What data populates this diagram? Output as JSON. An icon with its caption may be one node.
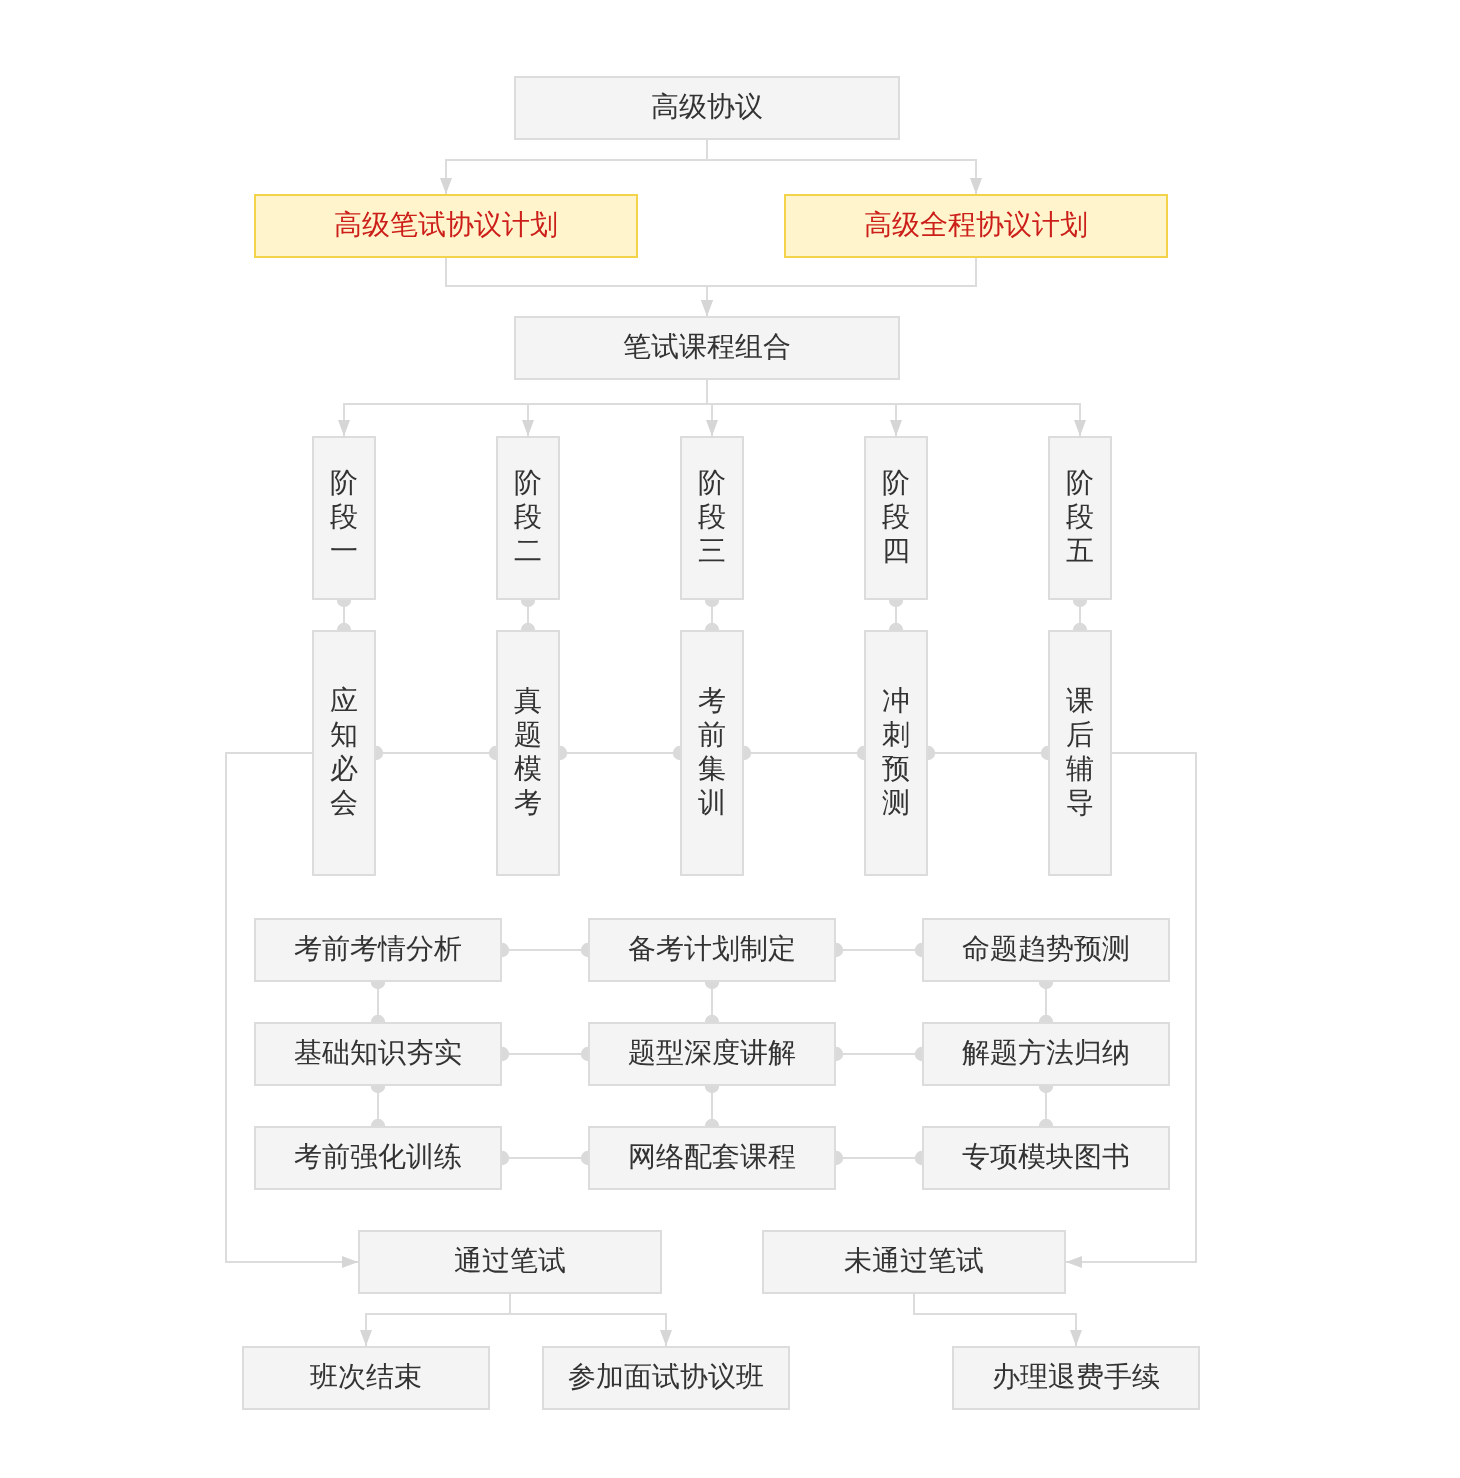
{
  "diagram": {
    "nodes": [
      {
        "text": [
          "高级协议"
        ]
      },
      {
        "text": [
          "高级笔试协议计划"
        ]
      },
      {
        "text": [
          "高级全程协议计划"
        ]
      },
      {
        "text": [
          "笔试课程组合"
        ]
      },
      {
        "text": [
          "阶段一"
        ]
      },
      {
        "text": [
          "阶段二"
        ]
      },
      {
        "text": [
          "阶段三"
        ]
      },
      {
        "text": [
          "阶段四"
        ]
      },
      {
        "text": [
          "阶段五"
        ]
      },
      {
        "text": [
          "应知必会"
        ]
      },
      {
        "text": [
          "真题模考"
        ]
      },
      {
        "text": [
          "考前集训"
        ]
      },
      {
        "text": [
          "冲刺预测"
        ]
      },
      {
        "text": [
          "课后辅导"
        ]
      },
      {
        "text": [
          "考前考情分析"
        ]
      },
      {
        "text": [
          "备考计划制定"
        ]
      },
      {
        "text": [
          "命题趋势预测"
        ]
      },
      {
        "text": [
          "基础知识夯实"
        ]
      },
      {
        "text": [
          "题型深度讲解"
        ]
      },
      {
        "text": [
          "解题方法归纳"
        ]
      },
      {
        "text": [
          "考前强化训练"
        ]
      },
      {
        "text": [
          "网络配套课程"
        ]
      },
      {
        "text": [
          "专项模块图书"
        ]
      },
      {
        "text": [
          "通过笔试"
        ]
      },
      {
        "text": [
          "未通过笔试"
        ]
      },
      {
        "text": [
          "班次结束"
        ]
      },
      {
        "text": [
          "参加面试协议班"
        ]
      },
      {
        "text": [
          "办理退费手续"
        ]
      }
    ],
    "edges": [
      {
        "from": 0,
        "to": 1,
        "arrow": "to"
      },
      {
        "from": 0,
        "to": 2,
        "arrow": "to"
      },
      {
        "from": 1,
        "to": 3,
        "arrow": "to"
      },
      {
        "from": 2,
        "to": 3,
        "arrow": "to"
      },
      {
        "from": 3,
        "to": 4,
        "arrow": "to"
      },
      {
        "from": 3,
        "to": 5,
        "arrow": "to"
      },
      {
        "from": 3,
        "to": 6,
        "arrow": "to"
      },
      {
        "from": 3,
        "to": 7,
        "arrow": "to"
      },
      {
        "from": 3,
        "to": 8,
        "arrow": "to"
      },
      {
        "from": 4,
        "to": 9,
        "arrow": "other"
      },
      {
        "from": 5,
        "to": 10,
        "arrow": "other"
      },
      {
        "from": 6,
        "to": 11,
        "arrow": "other"
      },
      {
        "from": 7,
        "to": 12,
        "arrow": "other"
      },
      {
        "from": 8,
        "to": 13,
        "arrow": "other"
      },
      {
        "from": 9,
        "to": 10,
        "arrow": "other"
      },
      {
        "from": 10,
        "to": 11,
        "arrow": "other"
      },
      {
        "from": 11,
        "to": 12,
        "arrow": "other"
      },
      {
        "from": 12,
        "to": 13,
        "arrow": "other"
      },
      {
        "from": 14,
        "to": 15,
        "arrow": "other"
      },
      {
        "from": 15,
        "to": 16,
        "arrow": "other"
      },
      {
        "from": 17,
        "to": 18,
        "arrow": "other"
      },
      {
        "from": 18,
        "to": 19,
        "arrow": "other"
      },
      {
        "from": 20,
        "to": 21,
        "arrow": "other"
      },
      {
        "from": 21,
        "to": 22,
        "arrow": "other"
      },
      {
        "from": 14,
        "to": 17,
        "arrow": "other"
      },
      {
        "from": 17,
        "to": 20,
        "arrow": "other"
      },
      {
        "from": 15,
        "to": 18,
        "arrow": "other"
      },
      {
        "from": 18,
        "to": 21,
        "arrow": "other"
      },
      {
        "from": 16,
        "to": 19,
        "arrow": "other"
      },
      {
        "from": 19,
        "to": 22,
        "arrow": "other"
      },
      {
        "from": 9,
        "to": 23,
        "arrow": "to"
      },
      {
        "from": 13,
        "to": 24,
        "arrow": "to"
      },
      {
        "from": 23,
        "to": 25,
        "arrow": "to"
      },
      {
        "from": 23,
        "to": 26,
        "arrow": "to"
      },
      {
        "from": 24,
        "to": 27,
        "arrow": "to"
      }
    ]
  }
}
